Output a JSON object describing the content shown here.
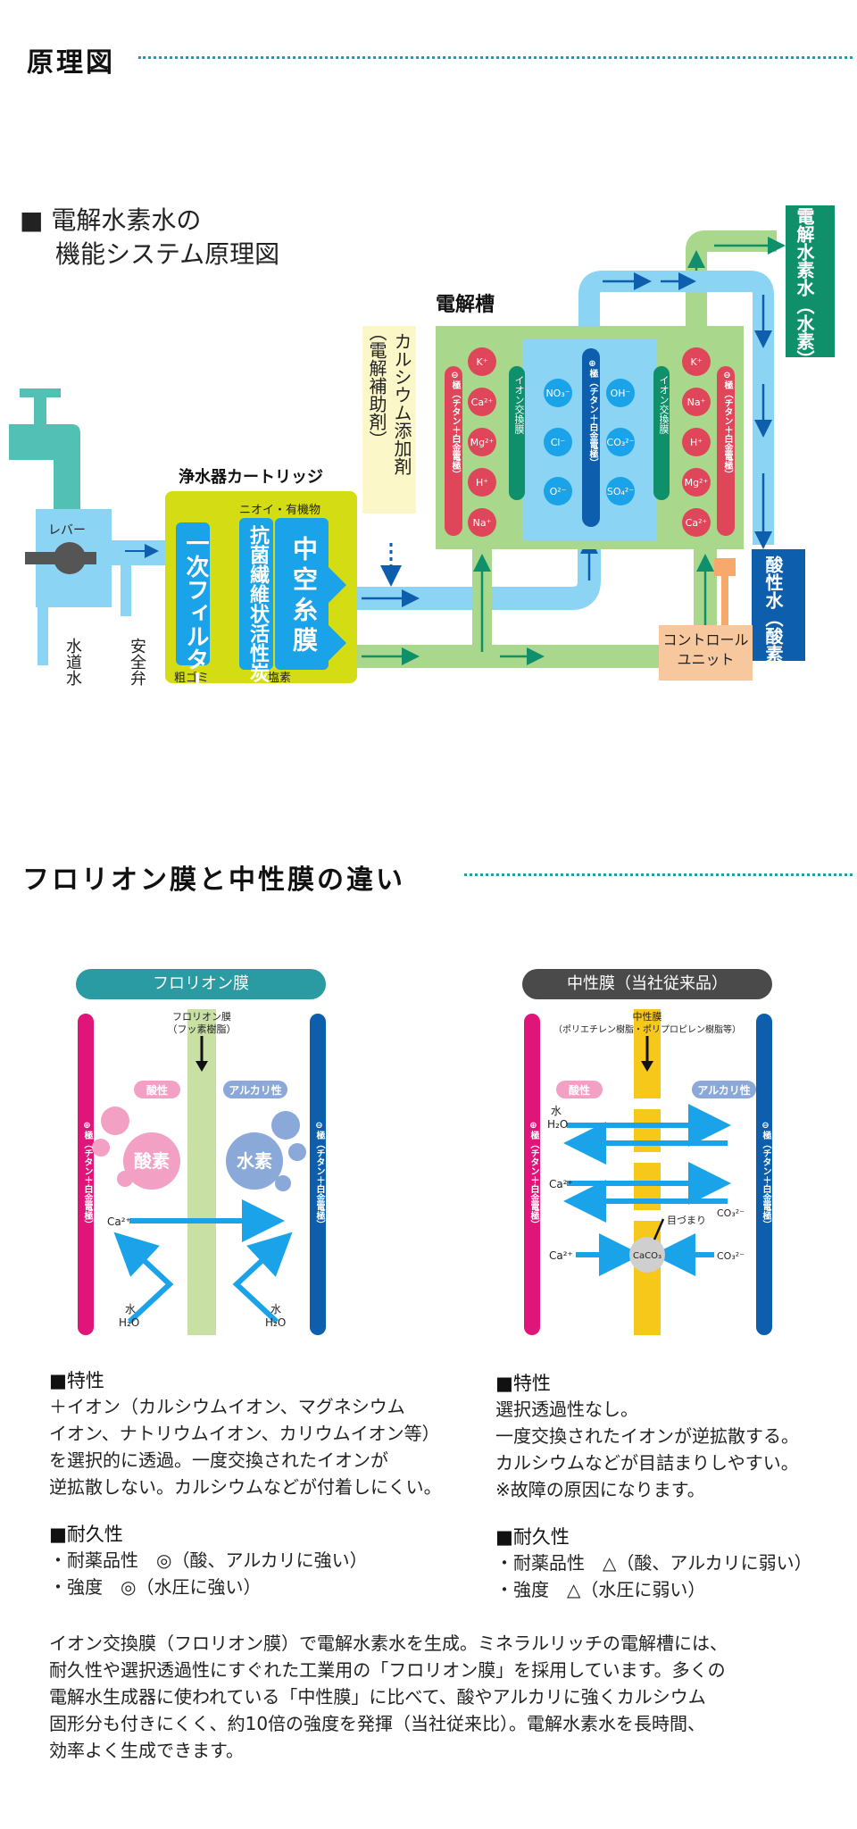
{
  "section1": {
    "title": "原理図"
  },
  "diagram1": {
    "title_line1": "■ 電解水素水の",
    "title_line2": "機能システム原理図",
    "lever": "レバー",
    "tap_water": "水道水",
    "safety_valve": "安全弁",
    "cartridge_title": "浄水器カートリッジ",
    "filter1": "一次フィルター",
    "filter1_sub": "粗ゴミ",
    "filter2": "抗菌繊維状活性炭",
    "filter2_top": "ニオイ・有機物",
    "filter2_sub": "塩素",
    "filter3": "中空糸膜",
    "calcium": "カルシウム添加剤",
    "calcium_sub": "（電解補助剤）",
    "cell_title": "電解槽",
    "neg_electrode": "⊖極（チタン＋白金電極）",
    "pos_electrode": "⊕極（チタン＋白金電極）",
    "ion_membrane": "イオン交換膜",
    "left_ions": [
      "K⁺",
      "Ca²⁺",
      "Mg²⁺",
      "H⁺",
      "Na⁺"
    ],
    "center_ions_left": [
      "NO₃⁻",
      "Cl⁻",
      "O²⁻"
    ],
    "center_ions_right": [
      "OH⁻",
      "CO₃²⁻",
      "SO₄²⁻"
    ],
    "right_ions": [
      "K⁺",
      "Na⁺",
      "H⁺",
      "Mg²⁺",
      "Ca²⁺"
    ],
    "control_unit": "コントロール\nユニット",
    "hydrogen_water": "電解水素水（水素）",
    "acid_water": "酸性水（酸素）"
  },
  "section2": {
    "title": "フロリオン膜と中性膜の違い"
  },
  "panel_left": {
    "header": "フロリオン膜",
    "membrane_label": "フロリオン膜",
    "membrane_sub": "（フッ素樹脂）",
    "acid": "酸性",
    "alkali": "アルカリ性",
    "oxygen": "酸素",
    "hydrogen": "水素",
    "ca": "Ca²⁺",
    "water": "水",
    "h2o": "H₂O",
    "pos": "⊕極（チタン＋白金電極）",
    "neg": "⊖極（チタン＋白金電極）"
  },
  "panel_right": {
    "header": "中性膜（当社従来品）",
    "membrane_label": "中性膜",
    "membrane_sub": "（ポリエチレン樹脂・ポリプロピレン樹脂等）",
    "acid": "酸性",
    "alkali": "アルカリ性",
    "water": "水",
    "h2o": "H₂O",
    "ca": "Ca²⁺",
    "co3": "CO₃²⁻",
    "clog": "目づまり",
    "caco3": "CaCO₃",
    "pos": "⊕極（チタン＋白金電極）",
    "neg": "⊖極（チタン＋白金電極）"
  },
  "text_left": {
    "h1": "■特性",
    "p1": "＋イオン（カルシウムイオン、マグネシウム\nイオン、ナトリウムイオン、カリウムイオン等）\nを選択的に透過。一度交換されたイオンが\n逆拡散しない。カルシウムなどが付着しにくい。",
    "h2": "■耐久性",
    "p2": "・耐薬品性　◎（酸、アルカリに強い）\n・強度　◎（水圧に強い）"
  },
  "text_right": {
    "h1": "■特性",
    "p1": "選択透過性なし。\n一度交換されたイオンが逆拡散する。\nカルシウムなどが目詰まりしやすい。\n※故障の原因になります。",
    "h2": "■耐久性",
    "p2": "・耐薬品性　△（酸、アルカリに弱い）\n・強度　△（水圧に弱い）"
  },
  "summary": "イオン交換膜（フロリオン膜）で電解水素水を生成。ミネラルリッチの電解槽には、\n耐久性や選択透過性にすぐれた工業用の「フロリオン膜」を採用しています。多くの\n電解水生成器に使われている「中性膜」に比べて、酸やアルカリに強くカルシウム\n固形分も付きにくく、約10倍の強度を発揮（当社従来比）。電解水素水を長時間、\n効率よく生成できます。",
  "colors": {
    "teal": "#2a9aa3",
    "blue": "#1aa3e8",
    "green": "#0f8f6a",
    "lime": "#d4dc14",
    "red": "#e0465a",
    "navy": "#0d5fae",
    "magenta": "#e0157a"
  }
}
